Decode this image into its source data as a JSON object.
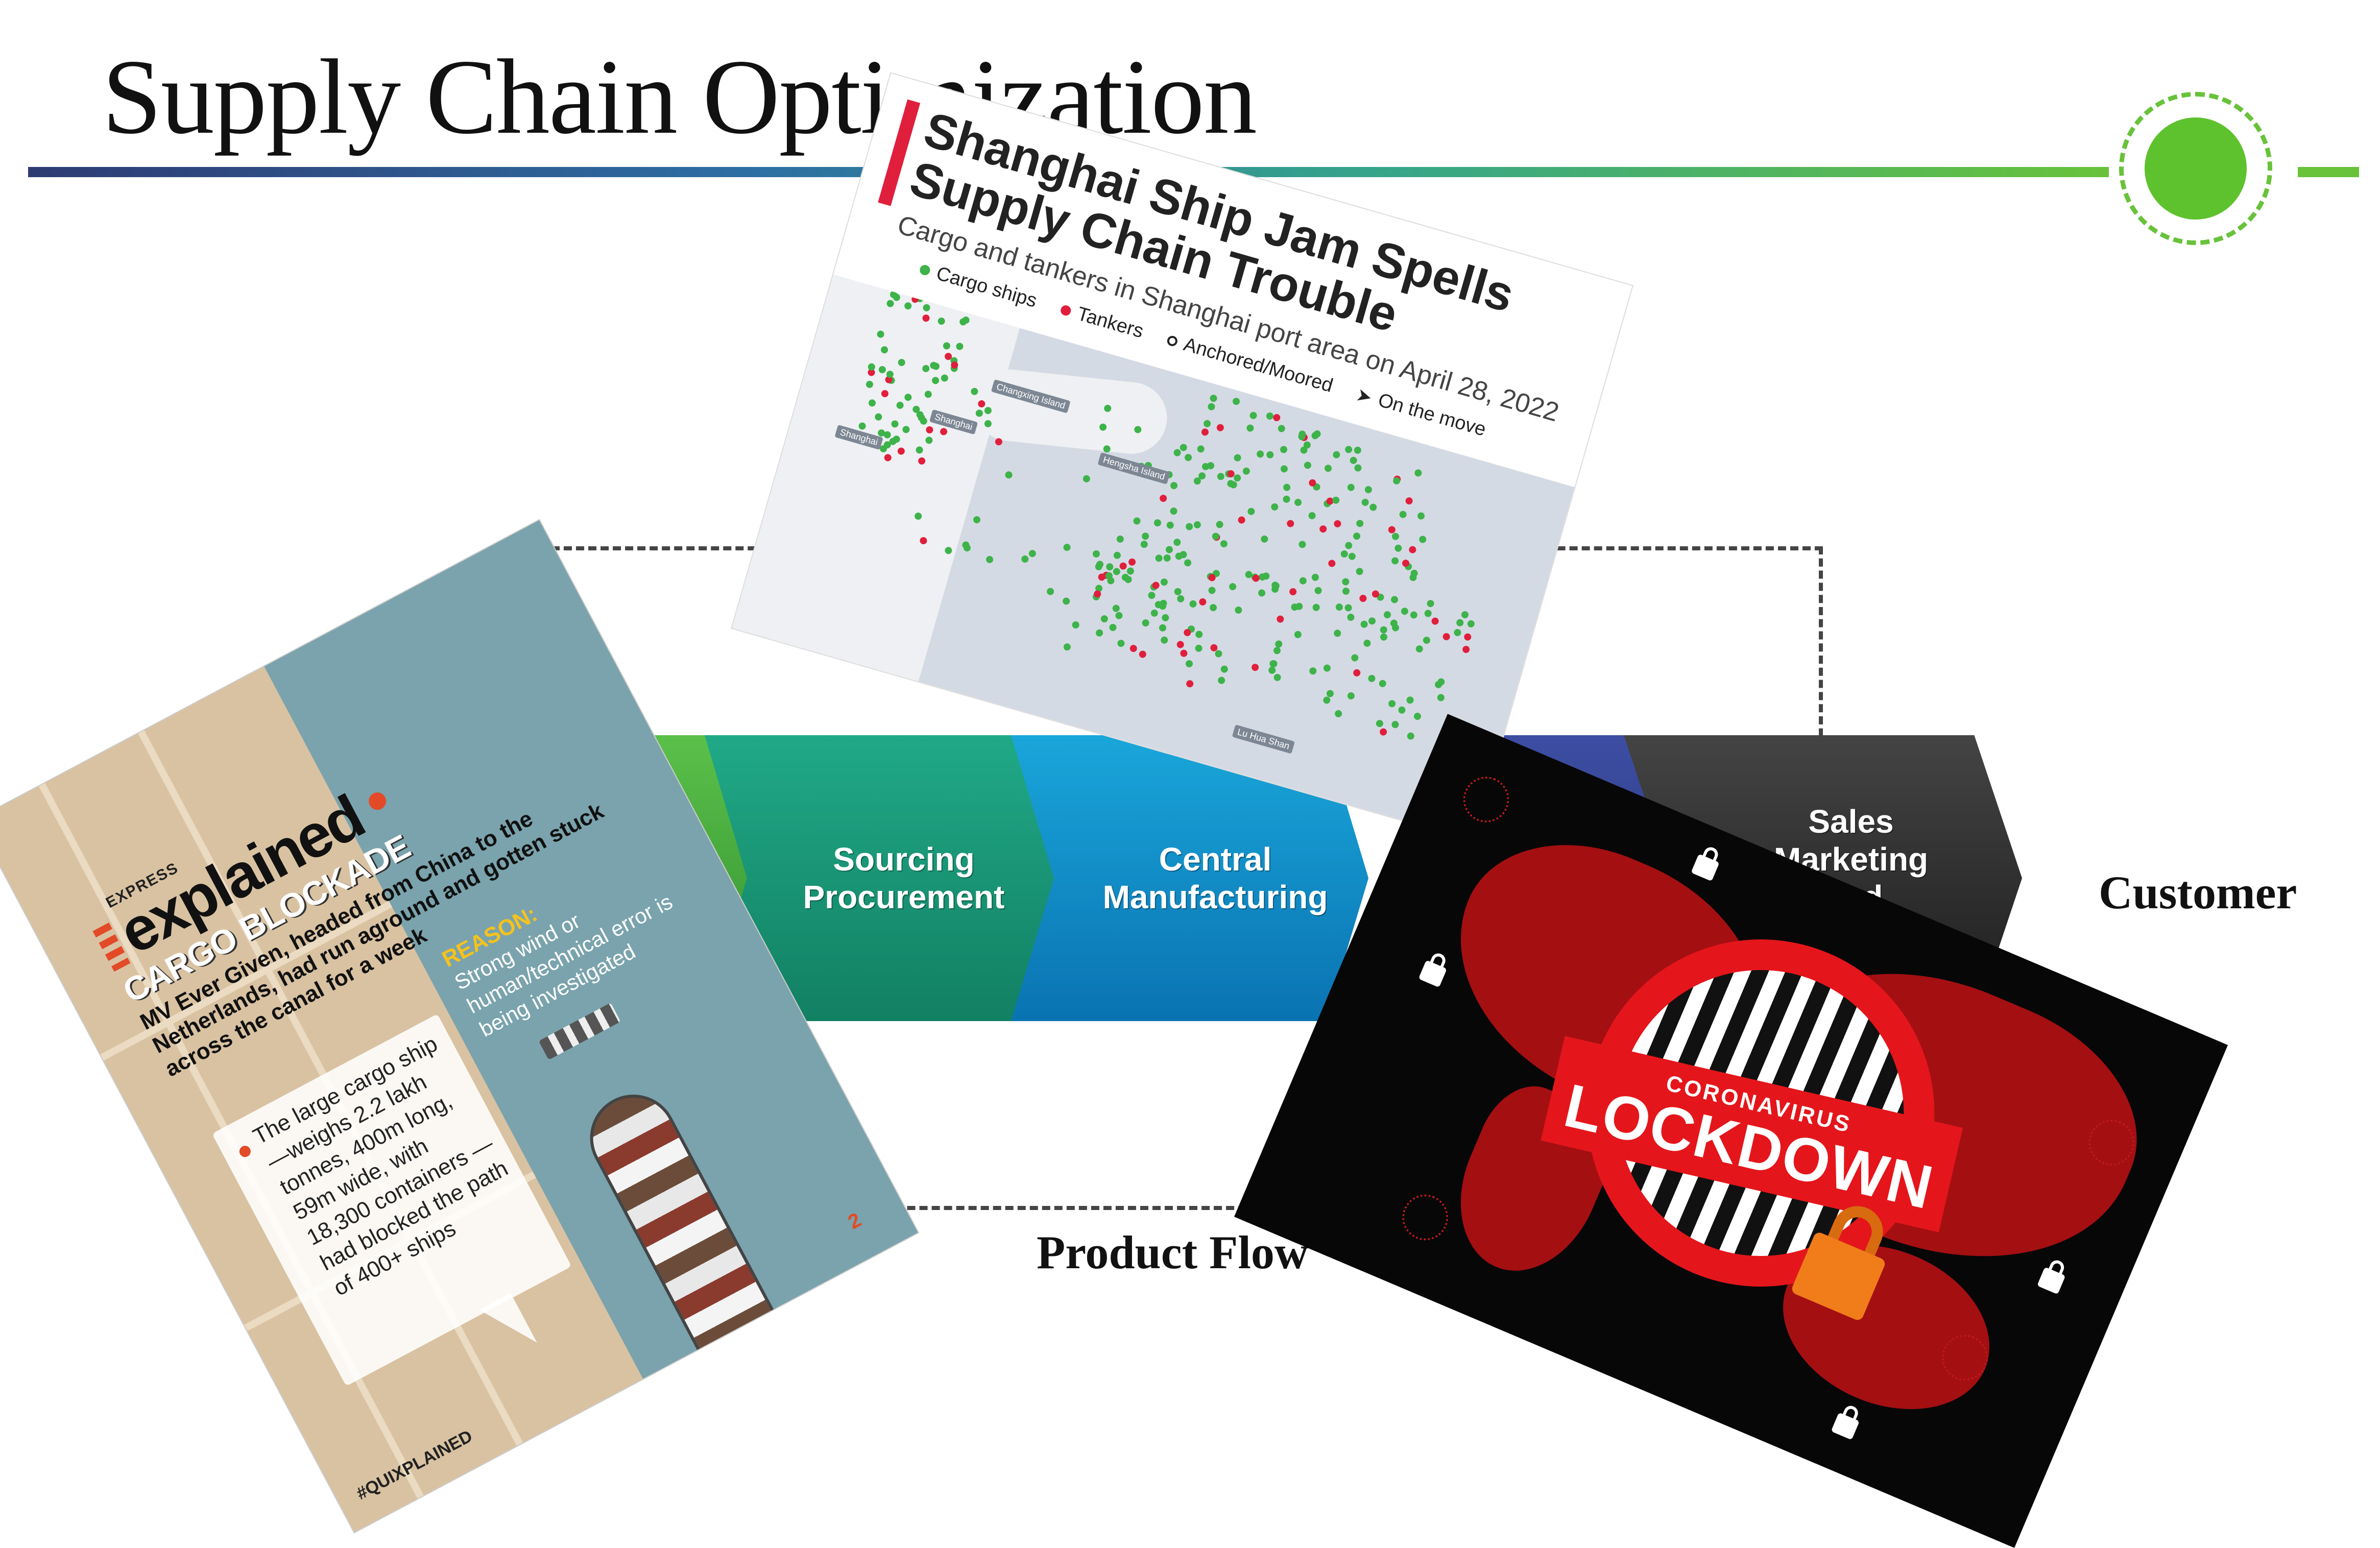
{
  "slide": {
    "title": "Supply Chain Optimization",
    "customer_label": "Customer",
    "product_flow_label": "Product Flow",
    "colors": {
      "rule_start": "#2e3b73",
      "rule_end": "#68c23a",
      "accent_green": "#5ec22e"
    }
  },
  "chevrons": [
    {
      "label": "",
      "color": "#3fa84a"
    },
    {
      "label": "Sourcing\nProcurement",
      "color": "#1b9a78"
    },
    {
      "label": "Central\nManufacturing",
      "color": "#1590cd"
    },
    {
      "label": "",
      "color": "#323f8c"
    },
    {
      "label": "Sales\nMarketing\nAnd\n...mer",
      "color": "#2c2c2c"
    }
  ],
  "explained_card": {
    "brand": "EXPRESS",
    "logo": "explained",
    "headline": "CARGO BLOCKADE",
    "summary": "MV Ever Given, headed from China to the Netherlands, had run aground and gotten stuck across the canal for a week",
    "reason_label": "REASON:",
    "reason_text": "Strong wind or human/technical error is being investigated",
    "fact": "The large cargo ship—weighs 2.2 lakh tonnes, 400m long, 59m wide, with 18,300 containers —had blocked the path of 400+ ships",
    "page_number": "2",
    "hashtag": "#QUIXPLAINED"
  },
  "shanghai_card": {
    "title_line1": "Shanghai Ship Jam Spells",
    "title_line2": "Supply Chain Trouble",
    "subtitle": "Cargo and tankers in Shanghai port area on April 28, 2022",
    "legend": [
      {
        "label": "Cargo ships",
        "color": "#3db34a"
      },
      {
        "label": "Tankers",
        "color": "#e01f3d"
      },
      {
        "label": "Anchored/Moored",
        "color": ""
      },
      {
        "label": "On the move",
        "color": ""
      }
    ],
    "map_labels": [
      "Changxing Island",
      "Shanghai",
      "Shanghai",
      "Hengsha Island",
      "Lu Hua Shan"
    ]
  },
  "lockdown_card": {
    "top_text": "CORONAVIRUS",
    "main_text": "LOCKDOWN"
  }
}
